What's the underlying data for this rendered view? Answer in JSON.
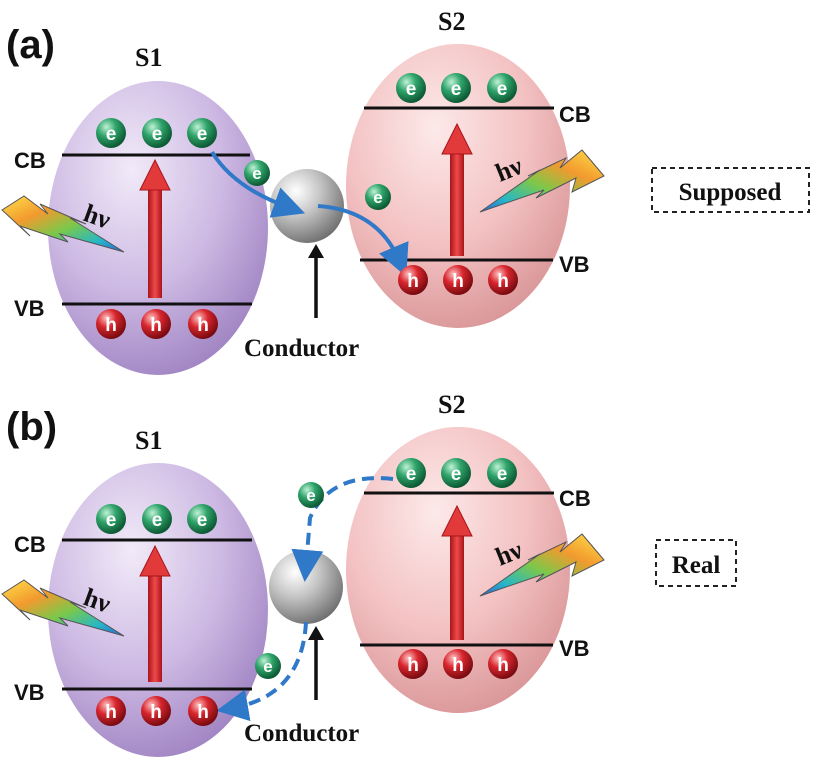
{
  "panels": [
    {
      "letter": "(a)",
      "s1_label": "S1",
      "s2_label": "S2",
      "cb_label": "CB",
      "vb_label": "VB",
      "hv_label": "hν",
      "electron_label": "e",
      "hole_label": "h",
      "conductor_label": "Conductor",
      "mode_label": "Supposed"
    },
    {
      "letter": "(b)",
      "s1_label": "S1",
      "s2_label": "S2",
      "cb_label": "CB",
      "vb_label": "VB",
      "hv_label": "hν",
      "electron_label": "e",
      "hole_label": "h",
      "conductor_label": "Conductor",
      "mode_label": "Real"
    }
  ],
  "colors": {
    "s1_fill": "#c9b6e0",
    "s2_fill": "#f2bfc0",
    "electron": "#1f8a55",
    "hole": "#c81d25",
    "excitation_arrow": "#e23a3a",
    "transfer_arrow": "#2f79c8",
    "conductor": "#b9b9b9"
  }
}
